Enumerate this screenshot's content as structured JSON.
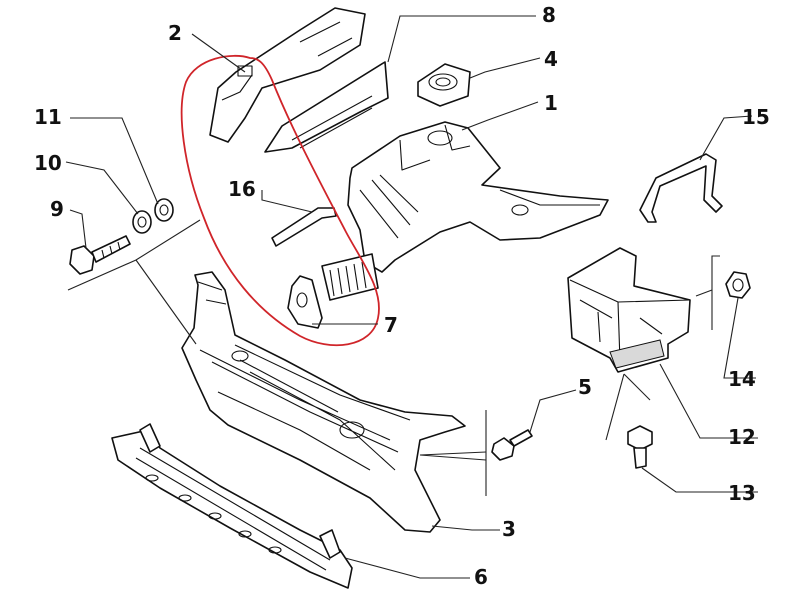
{
  "diagram": {
    "callouts": [
      "1",
      "2",
      "3",
      "4",
      "5",
      "6",
      "7",
      "8",
      "9",
      "10",
      "11",
      "12",
      "13",
      "14",
      "15",
      "16"
    ],
    "colors": {
      "ink": "#111111",
      "highlight": "#d0252a",
      "background": "#ffffff"
    }
  }
}
